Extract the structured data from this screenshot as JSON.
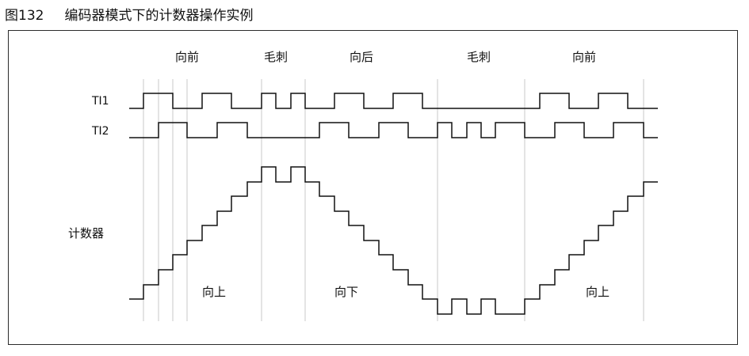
{
  "figure": {
    "number": "图132",
    "title": "编码器模式下的计数器操作实例"
  },
  "phases": [
    "向前",
    "毛刺",
    "向后",
    "毛刺",
    "向前"
  ],
  "signals": {
    "ti1": "TI1",
    "ti2": "TI2",
    "counter": "计数器"
  },
  "directions": [
    "向上",
    "向下",
    "向上"
  ]
}
